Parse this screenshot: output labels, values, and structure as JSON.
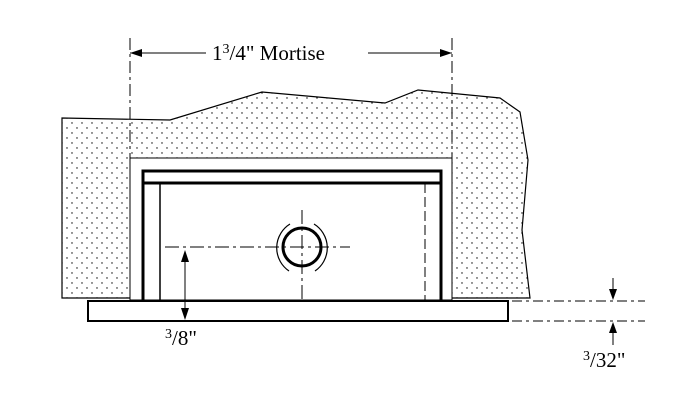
{
  "labels": {
    "mortise_whole": "1",
    "mortise_numerator": "3",
    "mortise_denominator": "/4",
    "mortise_suffix": "\" Mortise",
    "offset_numerator": "3",
    "offset_denominator": "/8",
    "offset_suffix": "\"",
    "plate_numerator": "3",
    "plate_denominator": "/32",
    "plate_suffix": "\""
  },
  "colors": {
    "ink": "#000000",
    "stipple": "#000000",
    "background": "#ffffff"
  }
}
